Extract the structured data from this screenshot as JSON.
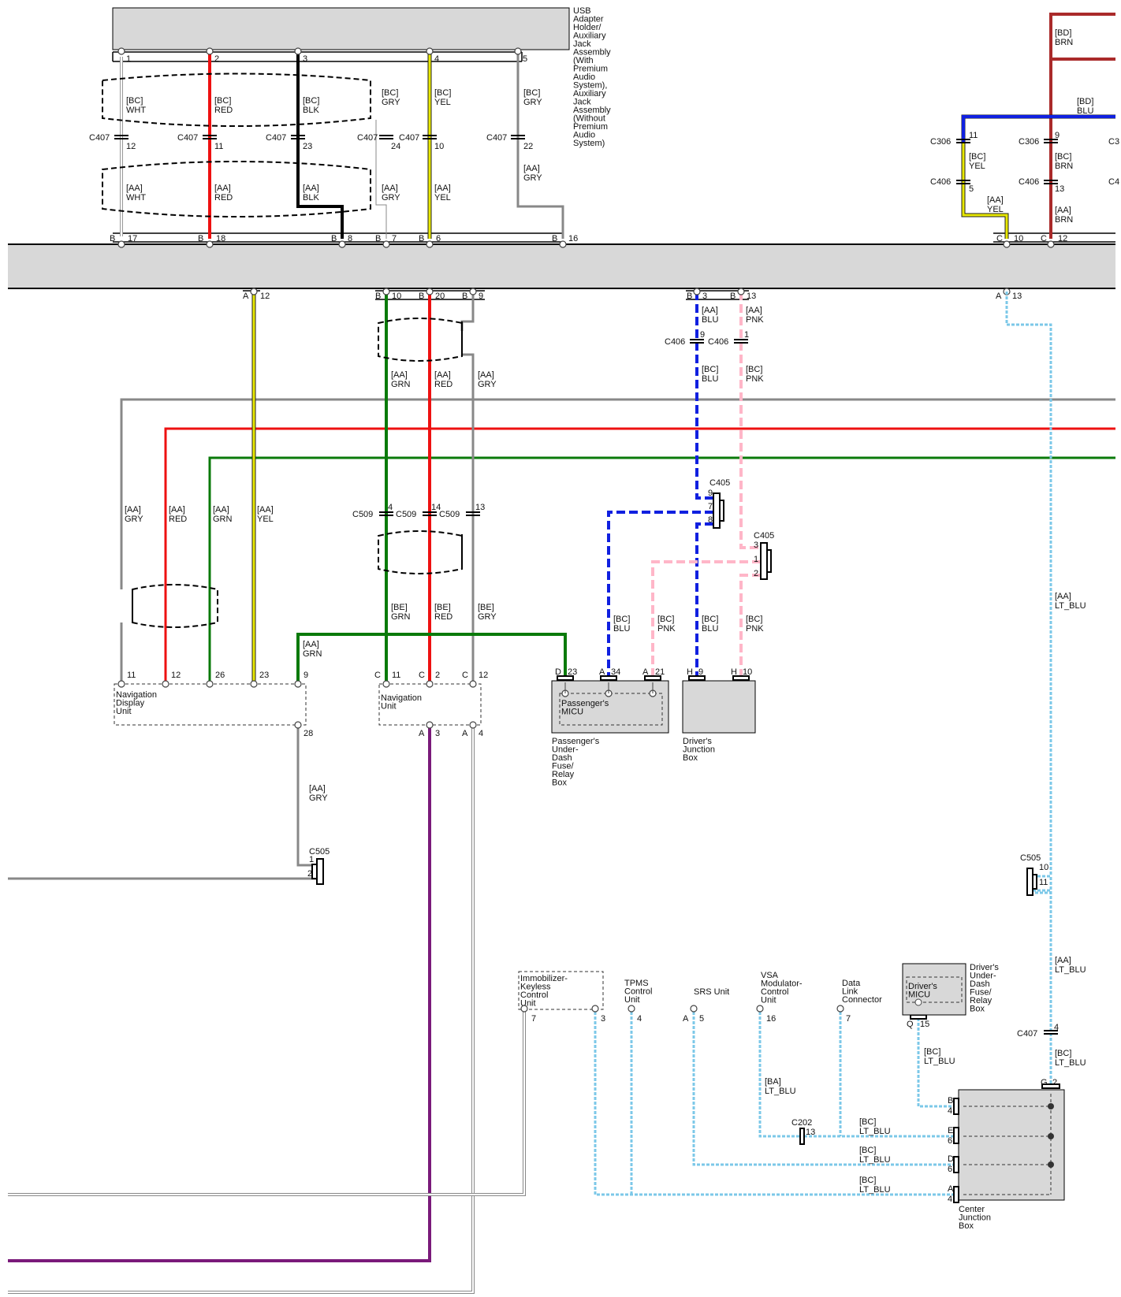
{
  "colors": {
    "GRY": "#888888",
    "RED": "#ee1111",
    "BLK": "#000000",
    "YEL": "#e8e800",
    "GRN": "#0a7a0a",
    "BLU": "#1020e0",
    "PNK": "#ffb6c8",
    "BRN": "#aa2a2a",
    "LTBLU": "#7cc8e8",
    "PUR": "#7a1a7a",
    "box_fill": "#d8d8d8",
    "outline": "#000000"
  },
  "components": {
    "usb_adapter": [
      "USB",
      "Adapter",
      "Holder/",
      "Auxiliary",
      "Jack",
      "Assembly",
      "(With",
      "Premium",
      "Audio",
      "System),",
      "Auxiliary",
      "Jack",
      "Assembly",
      "(Without",
      "Premium",
      "Audio",
      "System)"
    ],
    "nav_display": [
      "Navigation",
      "Display",
      "Unit"
    ],
    "nav_unit": [
      "Navigation",
      "Unit"
    ],
    "pass_micu": [
      "Passenger's",
      "MICU"
    ],
    "pass_underdash": [
      "Passenger's",
      "Under-",
      "Dash",
      "Fuse/",
      "Relay",
      "Box"
    ],
    "driver_jb": [
      "Driver's",
      "Junction",
      "Box"
    ],
    "immobilizer": [
      "Immobilizer-",
      "Keyless",
      "Control",
      "Unit"
    ],
    "tpms": [
      "TPMS",
      "Control",
      "Unit"
    ],
    "srs": [
      "SRS Unit"
    ],
    "vsa": [
      "VSA",
      "Modulator-",
      "Control",
      "Unit"
    ],
    "dlc": [
      "Data",
      "Link",
      "Connector"
    ],
    "driver_micu": [
      "Driver's",
      "MICU"
    ],
    "driver_underdash": [
      "Driver's",
      "Under-",
      "Dash",
      "Fuse/",
      "Relay",
      "Box"
    ],
    "center_jb": [
      "Center",
      "Junction",
      "Box"
    ]
  },
  "connectors": {
    "c407": "C407",
    "c406": "C406",
    "c306": "C306",
    "c405": "C405",
    "c509": "C509",
    "c505": "C505",
    "c202": "C202",
    "c3_cut": "C3",
    "c4_cut": "C4"
  },
  "wire_labels": {
    "bc_wht": [
      "[BC]",
      "WHT"
    ],
    "bc_red": [
      "[BC]",
      "RED"
    ],
    "bc_blk": [
      "[BC]",
      "BLK"
    ],
    "bc_gry": [
      "[BC]",
      "GRY"
    ],
    "bc_yel": [
      "[BC]",
      "YEL"
    ],
    "bc_gry2": [
      "[BC]",
      "GRY"
    ],
    "aa_wht": [
      "[AA]",
      "WHT"
    ],
    "aa_red": [
      "[AA]",
      "RED"
    ],
    "aa_blk": [
      "[AA]",
      "BLK"
    ],
    "aa_gry": [
      "[AA]",
      "GRY"
    ],
    "aa_yel": [
      "[AA]",
      "YEL"
    ],
    "aa_gry2": [
      "[AA]",
      "GRY"
    ],
    "bd_brn": [
      "[BD]",
      "BRN"
    ],
    "bd_blu": [
      "[BD]",
      "BLU"
    ],
    "bc_yel_r": [
      "[BC]",
      "YEL"
    ],
    "bc_brn_r": [
      "[BC]",
      "BRN"
    ],
    "aa_yel_r": [
      "[AA]",
      "YEL"
    ],
    "aa_brn_r": [
      "[AA]",
      "BRN"
    ],
    "aa_grn_m": [
      "[AA]",
      "GRN"
    ],
    "aa_red_m": [
      "[AA]",
      "RED"
    ],
    "aa_gry_m": [
      "[AA]",
      "GRY"
    ],
    "aa_blu": [
      "[AA]",
      "BLU"
    ],
    "aa_pnk": [
      "[AA]",
      "PNK"
    ],
    "bc_blu": [
      "[BC]",
      "BLU"
    ],
    "bc_pnk": [
      "[BC]",
      "PNK"
    ],
    "aa_gry_l": [
      "[AA]",
      "GRY"
    ],
    "aa_red_l": [
      "[AA]",
      "RED"
    ],
    "aa_grn_l": [
      "[AA]",
      "GRN"
    ],
    "aa_yel_l": [
      "[AA]",
      "YEL"
    ],
    "be_grn": [
      "[BE]",
      "GRN"
    ],
    "be_red": [
      "[BE]",
      "RED"
    ],
    "be_gry": [
      "[BE]",
      "GRY"
    ],
    "aa_grn_h": [
      "[AA]",
      "GRN"
    ],
    "bc_blu_2": [
      "[BC]",
      "BLU"
    ],
    "bc_pnk_2": [
      "[BC]",
      "PNK"
    ],
    "bc_blu_3": [
      "[BC]",
      "BLU"
    ],
    "bc_pnk_3": [
      "[BC]",
      "PNK"
    ],
    "aa_gry_nd": [
      "[AA]",
      "GRY"
    ],
    "aa_ltblu_1": [
      "[AA]",
      "LT_BLU"
    ],
    "aa_ltblu_2": [
      "[AA]",
      "LT_BLU"
    ],
    "bc_ltblu_1": [
      "[BC]",
      "LT_BLU"
    ],
    "bc_ltblu_2": [
      "[BC]",
      "LT_BLU"
    ],
    "ba_ltblu": [
      "[BA]",
      "LT_BLU"
    ],
    "bc_ltblu_e": [
      "[BC]",
      "LT_BLU"
    ],
    "bc_ltblu_d": [
      "[BC]",
      "LT_BLU"
    ],
    "bc_ltblu_a": [
      "[BC]",
      "LT_BLU"
    ]
  },
  "pins": {
    "usb_1": "1",
    "usb_2": "2",
    "usb_3": "3",
    "usb_4": "4",
    "usb_5": "5",
    "c407_12": "12",
    "c407_11": "11",
    "c407_23": "23",
    "c407_24": "24",
    "c407_10": "10",
    "c407_22": "22",
    "b17": "17",
    "b18": "18",
    "b8": "8",
    "b7": "7",
    "b6": "6",
    "b16": "16",
    "b_letter": "B",
    "c_letter": "C",
    "a_letter": "A",
    "d_letter": "D",
    "e_letter": "E",
    "g_letter": "G",
    "h_letter": "H",
    "q_letter": "Q",
    "c10": "10",
    "c12": "12",
    "c306_11": "11",
    "c306_9": "9",
    "c406_5": "5",
    "c406_13": "13",
    "a12": "12",
    "b10": "10",
    "b20": "20",
    "b9": "9",
    "b3": "3",
    "b13": "13",
    "a13": "13",
    "c406_9": "9",
    "c406_1": "1",
    "c405_9": "9",
    "c405_7": "7",
    "c405_8": "8",
    "c405_3": "3",
    "c405_1": "1",
    "c405_2": "2",
    "c509_4": "4",
    "c509_14": "14",
    "c509_13": "13",
    "nd_11": "11",
    "nd_12": "12",
    "nd_26": "26",
    "nd_23": "23",
    "nd_9": "9",
    "nd_28": "28",
    "nu_c11": "11",
    "nu_c2": "2",
    "nu_c12": "12",
    "nu_a3": "3",
    "nu_a4": "4",
    "d23": "23",
    "a34": "34",
    "a21": "21",
    "h9": "9",
    "h10": "10",
    "c505_1": "1",
    "c505_2": "2",
    "c505_10": "10",
    "c505_11": "11",
    "imm_7": "7",
    "imm_3": "3",
    "tpms_4": "4",
    "srs_5": "5",
    "vsa_16": "16",
    "dlc_7": "7",
    "q15": "15",
    "c407_4": "4",
    "g2": "2",
    "c202_13": "13",
    "cjb_b4": "4",
    "cjb_e6": "6",
    "cjb_d6": "6",
    "cjb_a4": "4"
  }
}
